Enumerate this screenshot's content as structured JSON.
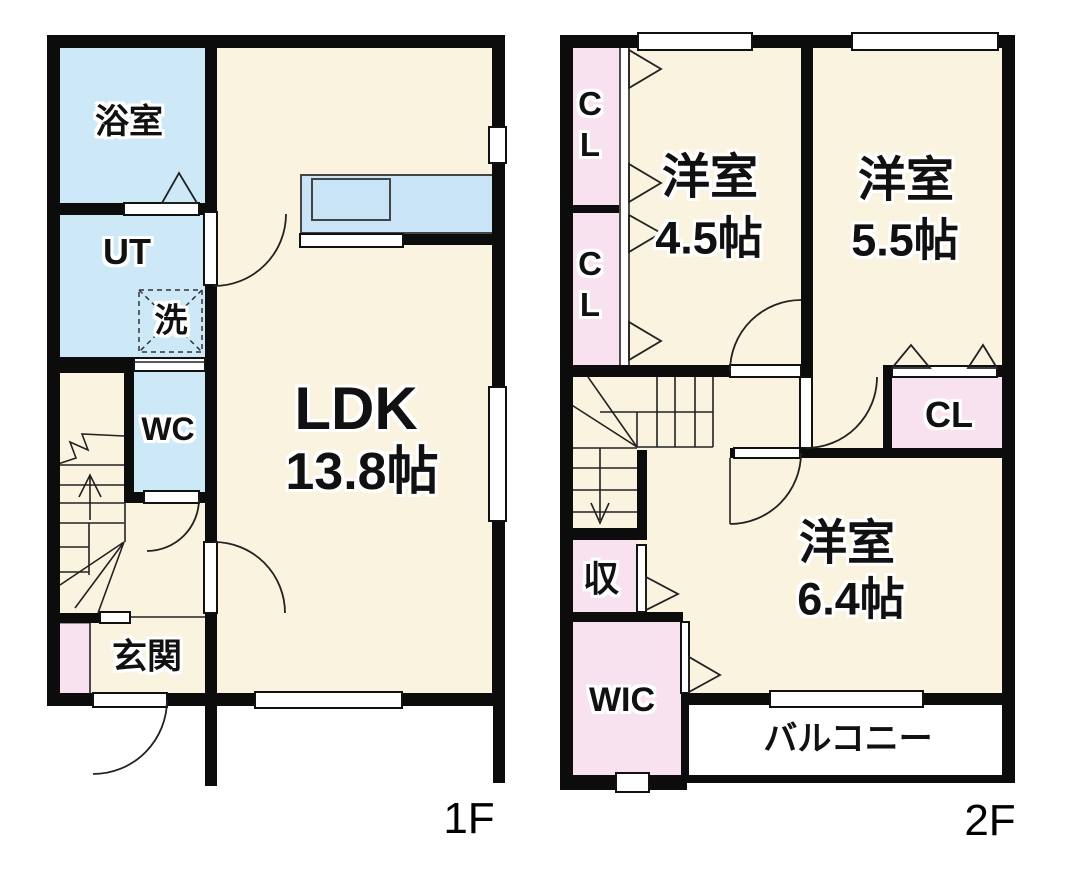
{
  "page_title": "間取り図 (Floor Plan)",
  "colors": {
    "wall": "#0c0c0c",
    "room_beige": "#faf3e0",
    "water_blue": "#cde9f8",
    "closet_pink": "#f9e2f0",
    "counter_blue": "#c8e4f6",
    "background": "#ffffff"
  },
  "floor1": {
    "label": "1F",
    "rooms": {
      "bathroom": "浴室",
      "utility": "UT",
      "washer": "洗",
      "toilet": "WC",
      "ldk_name": "LDK",
      "ldk_size": "13.8帖",
      "entrance": "玄関"
    }
  },
  "floor2": {
    "label": "2F",
    "rooms": {
      "closet1": "CL",
      "closet2": "CL",
      "bedroom1_name": "洋室",
      "bedroom1_size": "4.5帖",
      "bedroom2_name": "洋室",
      "bedroom2_size": "5.5帖",
      "closet3": "CL",
      "bedroom3_name": "洋室",
      "bedroom3_size": "6.4帖",
      "storage": "収",
      "wic": "WIC",
      "balcony": "バルコニー"
    }
  }
}
